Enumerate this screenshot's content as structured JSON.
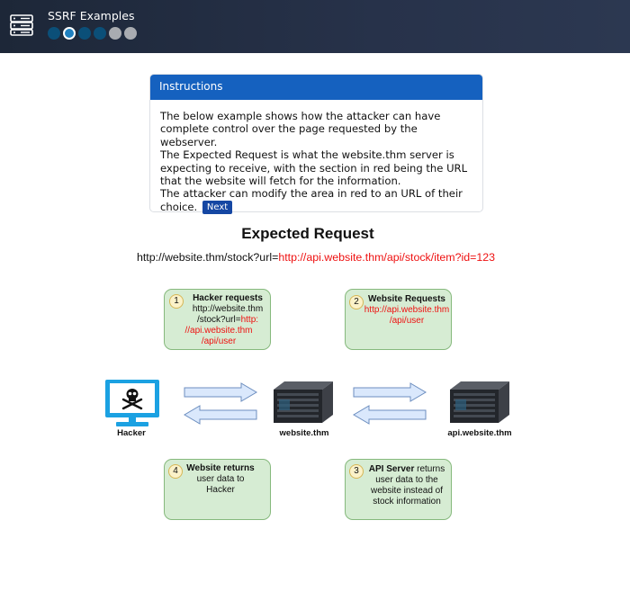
{
  "header": {
    "title": "SSRF Examples",
    "steps": [
      "done",
      "current",
      "done",
      "done",
      "pending",
      "pending"
    ]
  },
  "instructions": {
    "title": "Instructions",
    "line1": "The below example shows how the attacker can have complete control over the page requested by the webserver.",
    "line2": "The Expected Request is what the website.thm server is expecting to receive, with the section in red being the URL that the website will fetch for the information.",
    "line3": "The attacker can modify the area in red to an URL of their choice.",
    "next_label": "Next"
  },
  "request": {
    "title": "Expected Request",
    "url_prefix": "http://website.thm/stock?url=",
    "url_payload": "http://api.website.thm/api/stock/item?id=123"
  },
  "diagram": {
    "nodes": {
      "hacker": "Hacker",
      "website": "website.thm",
      "api": "api.website.thm"
    },
    "steps": [
      {
        "number": "1",
        "bold": "Hacker requests",
        "line1": "http://website.thm",
        "line2": "/stock?url=",
        "red1": "http:",
        "red2": "//api.website.thm",
        "red3": "/api/user"
      },
      {
        "number": "2",
        "bold": "Website Requests",
        "red1": "http://api.website.thm",
        "red2": "/api/user"
      },
      {
        "number": "3",
        "bold": "API Server",
        "rest": " returns",
        "line1": "user data to the",
        "line2": "website instead of",
        "line3": "stock information"
      },
      {
        "number": "4",
        "bold": "Website returns",
        "line1": "user data to",
        "line2": "Hacker"
      }
    ]
  },
  "colors": {
    "header_bg": "#27324a",
    "card_header": "#1561bf",
    "next_button": "#1547a3",
    "payload_red": "#ee1111",
    "note_fill": "#d6ecd3",
    "note_border": "#86b97d",
    "monitor_blue": "#1ba1e2",
    "arrow_fill": "#dae8fc"
  }
}
